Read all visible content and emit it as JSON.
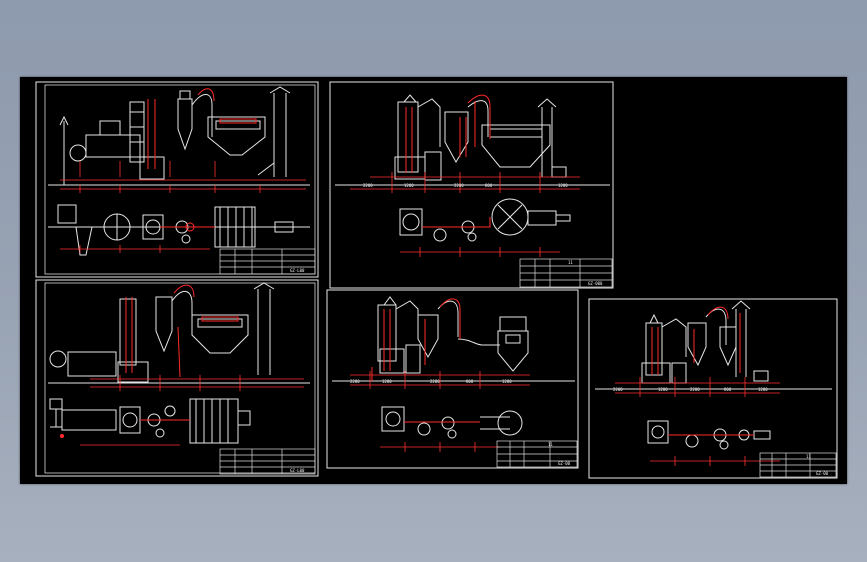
{
  "canvas": {
    "background": "#000000",
    "line_color": "#e6e6e6",
    "dimension_color": "#ff2a2a"
  },
  "sheets": [
    {
      "id": "A",
      "title_block": {
        "sheet_no": "",
        "drawing_no": "GZ-L00"
      },
      "labels": []
    },
    {
      "id": "B",
      "title_block": {
        "sheet_no": "11",
        "drawing_no": "GZ-000"
      },
      "labels": [
        "2200",
        "1200",
        "2200",
        "800",
        "1200"
      ]
    },
    {
      "id": "C",
      "title_block": {
        "sheet_no": "",
        "drawing_no": "GZ-L00"
      },
      "labels": []
    },
    {
      "id": "D",
      "title_block": {
        "sheet_no": "11",
        "drawing_no": "GZ-00"
      },
      "labels": [
        "2200",
        "1200",
        "2200",
        "800",
        "1200"
      ]
    },
    {
      "id": "E",
      "title_block": {
        "sheet_no": "11",
        "drawing_no": "GZ-00"
      },
      "labels": [
        "2200",
        "1200",
        "2200",
        "800",
        "1200"
      ]
    }
  ]
}
